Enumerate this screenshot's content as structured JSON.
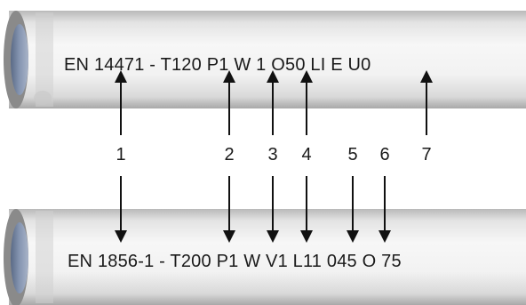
{
  "top_pipe": {
    "label": "EN 14471 -  T120 P1 W 1 O50 LI E U0"
  },
  "bottom_pipe": {
    "label": "EN 1856-1 - T200 P1 W  V1 L11 045 O 75"
  },
  "callout_numbers": [
    "1",
    "2",
    "3",
    "4",
    "5",
    "6",
    "7"
  ]
}
